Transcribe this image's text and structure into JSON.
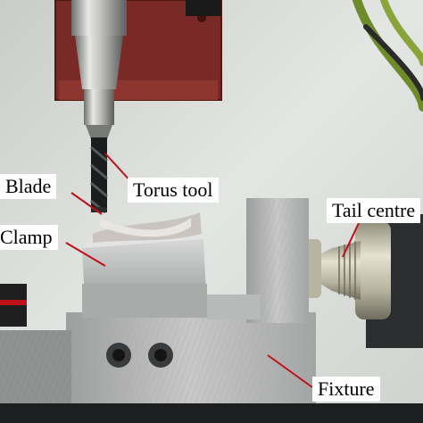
{
  "annotations": {
    "blade": "Blade",
    "torus_tool": "Torus tool",
    "clamp": "Clamp",
    "tail_centre": "Tail centre",
    "fixture": "Fixture"
  },
  "colors": {
    "leader_line": "#c0101a",
    "label_background": "#ffffff",
    "spindle_housing": "#7a2a26"
  }
}
